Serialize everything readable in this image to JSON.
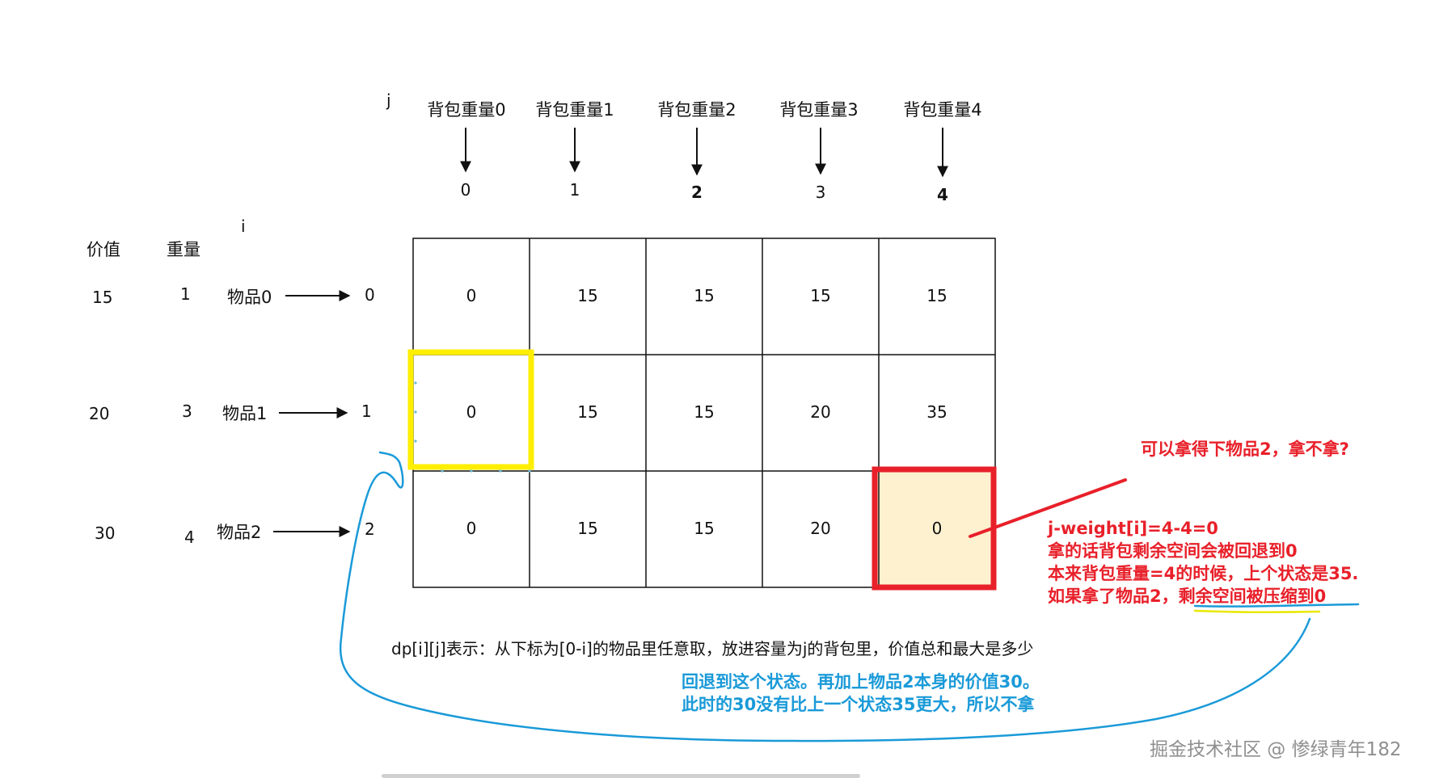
{
  "axis": {
    "j_label": "j",
    "i_label": "i"
  },
  "columns": [
    {
      "header": "背包重量0",
      "index": "0"
    },
    {
      "header": "背包重量1",
      "index": "1"
    },
    {
      "header": "背包重量2",
      "index": "2"
    },
    {
      "header": "背包重量3",
      "index": "3"
    },
    {
      "header": "背包重量4",
      "index": "4"
    }
  ],
  "item_headers": {
    "value": "价值",
    "weight": "重量"
  },
  "items": [
    {
      "value": "15",
      "weight": "1",
      "name": "物品0",
      "index": "0"
    },
    {
      "value": "20",
      "weight": "3",
      "name": "物品1",
      "index": "1"
    },
    {
      "value": "30",
      "weight": "4",
      "name": "物品2",
      "index": "2"
    }
  ],
  "table": [
    [
      "0",
      "15",
      "15",
      "15",
      "15"
    ],
    [
      "0",
      "15",
      "15",
      "20",
      "35"
    ],
    [
      "0",
      "15",
      "15",
      "20",
      "0"
    ]
  ],
  "highlights": {
    "yellow_cell": {
      "row": 1,
      "col": 0,
      "color": "#ffee00"
    },
    "red_cell": {
      "row": 2,
      "col": 4,
      "color": "#e8202a",
      "fill": "#fdf1cf"
    }
  },
  "definition": "dp[i][j]表示：从下标为[0-i]的物品里任意取，放进容量为j的背包里，价值总和最大是多少",
  "red_annotation": {
    "question": "可以拿得下物品2，拿不拿?",
    "lines": [
      "j-weight[i]=4-4=0",
      "拿的话背包剩余空间会被回退到0",
      "本来背包重量=4的时候，上个状态是35.",
      "如果拿了物品2，剩余空间被压缩到0"
    ]
  },
  "blue_annotation": {
    "lines": [
      "回退到这个状态。再加上物品2本身的价值30。",
      "此时的30没有比上一个状态35更大，所以不拿"
    ]
  },
  "watermark": "掘金技术社区 @ 惨绿青年182",
  "colors": {
    "red": "#e8202a",
    "blue": "#1a9ad8",
    "yellow": "#ffee00"
  }
}
